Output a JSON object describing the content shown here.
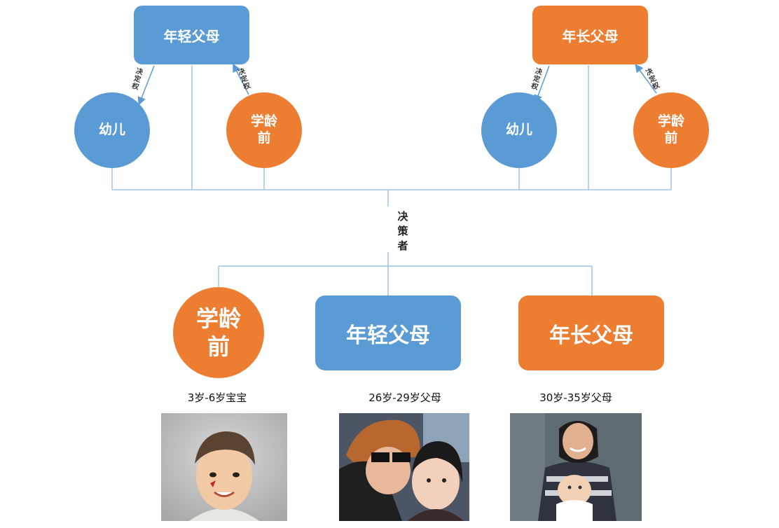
{
  "top_left": {
    "parent_label": "年轻父母",
    "child_infant": "幼儿",
    "child_preschool_line1": "学龄",
    "child_preschool_line2": "前",
    "arrow_left_label": [
      "决",
      "定",
      "权"
    ],
    "arrow_right_label": [
      "决",
      "定",
      "权"
    ]
  },
  "top_right": {
    "parent_label": "年长父母",
    "child_infant": "幼儿",
    "child_preschool_line1": "学龄",
    "child_preschool_line2": "前",
    "arrow_left_label": [
      "决",
      "定",
      "权"
    ],
    "arrow_right_label": [
      "决",
      "定",
      "权"
    ]
  },
  "decider_label": [
    "决",
    "策",
    "者"
  ],
  "bottom": {
    "preschool_line1": "学龄",
    "preschool_line2": "前",
    "young_parents": "年轻父母",
    "older_parents": "年长父母",
    "caption_preschool": "3岁-6岁宝宝",
    "caption_young": "26岁-29岁父母",
    "caption_older": "30岁-35岁父母"
  },
  "colors": {
    "blue": "#5b9bd5",
    "orange": "#ed7d31",
    "line": "#9dc3e6"
  },
  "icons": [
    "boy-portrait-image",
    "mother-daughter-image",
    "mother-baby-image"
  ]
}
